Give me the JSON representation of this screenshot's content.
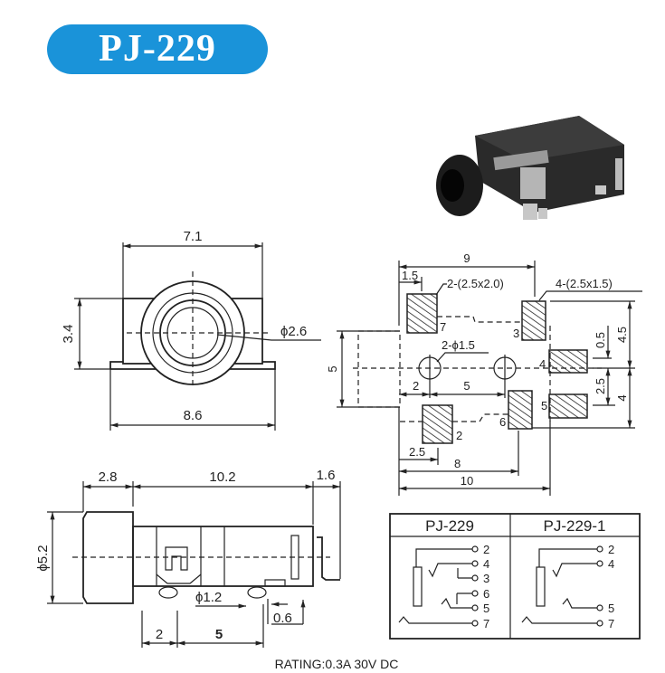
{
  "title": "PJ-229",
  "front_view": {
    "width_top": "7.1",
    "height": "3.4",
    "width_bottom": "8.6",
    "hole_dia": "ϕ2.6"
  },
  "footprint": {
    "dim_9": "9",
    "dim_1_5": "1.5",
    "pad_note_large": "2-(2.5x2.0)",
    "pad_note_small": "4-(2.5x1.5)",
    "hole_note": "2-ϕ1.5",
    "dim_2": "2",
    "dim_5_h": "5",
    "dim_5_v": "5",
    "dim_2_5_h": "2.5",
    "dim_8": "8",
    "dim_10": "10",
    "dim_0_5": "0.5",
    "dim_4_5": "4.5",
    "dim_2_5_v": "2.5",
    "dim_4": "4",
    "pins": {
      "p7": "7",
      "p3": "3",
      "p4": "4",
      "p5": "5",
      "p6": "6",
      "p2": "2"
    }
  },
  "side_view": {
    "dim_2_8": "2.8",
    "dim_10_2": "10.2",
    "dim_1_6": "1.6",
    "dia_5_2": "ϕ5.2",
    "dia_1_2": "ϕ1.2",
    "dim_0_6": "0.6",
    "dim_2": "2",
    "dim_5": "5"
  },
  "schematic": {
    "models": [
      "PJ-229",
      "PJ-229-1"
    ],
    "pj229_pins": [
      "2",
      "4",
      "3",
      "6",
      "5",
      "7"
    ],
    "pj2291_pins": [
      "2",
      "4",
      "5",
      "7"
    ]
  },
  "rating": "RATING:0.3A 30V DC",
  "colors": {
    "badge": "#1a93d9"
  }
}
